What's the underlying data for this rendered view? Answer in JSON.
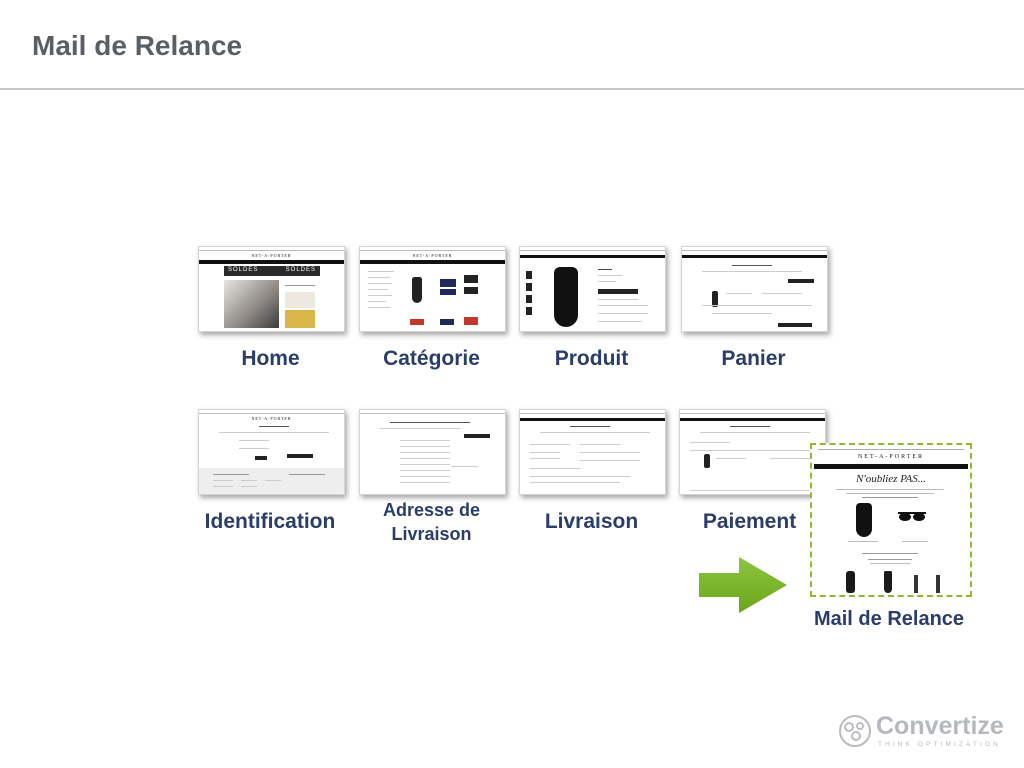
{
  "slide": {
    "title": "Mail de Relance"
  },
  "steps": [
    {
      "label": "Home"
    },
    {
      "label": "Catégorie"
    },
    {
      "label": "Produit"
    },
    {
      "label": "Panier"
    },
    {
      "label": "Identification"
    },
    {
      "label": "Adresse de Livraison"
    },
    {
      "label": "Livraison"
    },
    {
      "label": "Paiement"
    }
  ],
  "mail": {
    "label": "Mail de Relance",
    "brand": "NET-A-PORTER",
    "headline": "N'oubliez PAS..."
  },
  "thumbs": {
    "brand": "NET-A-PORTER",
    "soldes_left": "SOLDES",
    "soldes_right": "SOLDES"
  },
  "footer": {
    "brand_name": "Convertize",
    "tagline": "THINK OPTIMIZATION"
  },
  "colors": {
    "label": "#2b3d6b",
    "accent_green": "#7ab51d",
    "dashed_border": "#8dbb2f",
    "title_gray": "#5a5f66"
  },
  "icons": [
    "right-arrow-icon",
    "brain-logo-icon"
  ]
}
